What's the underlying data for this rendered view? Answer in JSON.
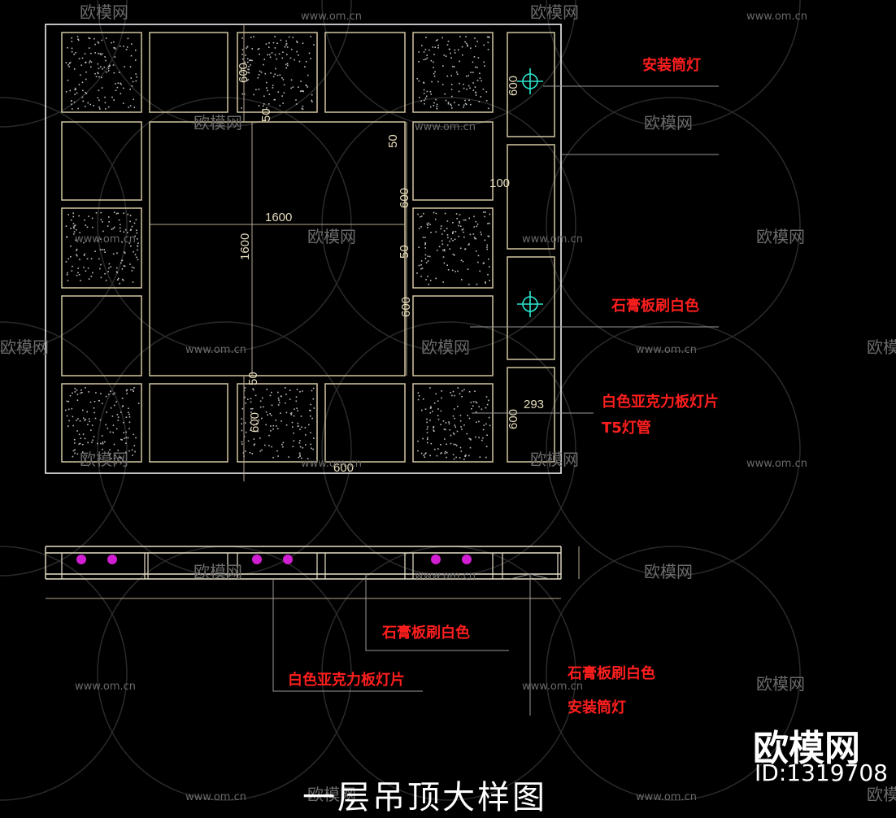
{
  "title": "一层吊顶大样图",
  "brand": {
    "name": "欧模网",
    "id_text": "ID:1319708"
  },
  "watermark": {
    "cn": "欧模网",
    "url": "www.om.cn"
  },
  "plan": {
    "dimensions": {
      "center_width": "1600",
      "center_height": "1600",
      "top_tile": "600",
      "top_gap": "50",
      "right_gap": "50",
      "right_tile_a": "600",
      "right_mid_gap": "50",
      "right_tile_b": "600",
      "bottom_gap": "50",
      "bottom_tile": "600",
      "bottom_edge": "600",
      "lamp_tile_top": "600",
      "strip_width": "100",
      "lamp_offset": "293",
      "lamp_tile_bottom": "600"
    },
    "annotations": {
      "downlight": "安装筒灯",
      "gypsum_white": "石膏板刷白色",
      "acrylic_line1": "白色亚克力板灯片",
      "acrylic_line2": "T5灯管"
    }
  },
  "section": {
    "annotations": {
      "gypsum_white_1": "石膏板刷白色",
      "acrylic": "白色亚克力板灯片",
      "gypsum_white_2": "石膏板刷白色",
      "downlight": "安装筒灯"
    }
  },
  "colors": {
    "background": "#000000",
    "outline": "#d2c6a0",
    "frame": "#ffffff",
    "dim_line": "#b5a98e",
    "dim_text": "#e6dcbc",
    "annotation": "#ff1e1e",
    "lamp_symbol": "#2ce6d0",
    "fixture_magenta": "#d21ed2",
    "leader": "#9a9a9a",
    "watermark": "#6a6a6a"
  }
}
